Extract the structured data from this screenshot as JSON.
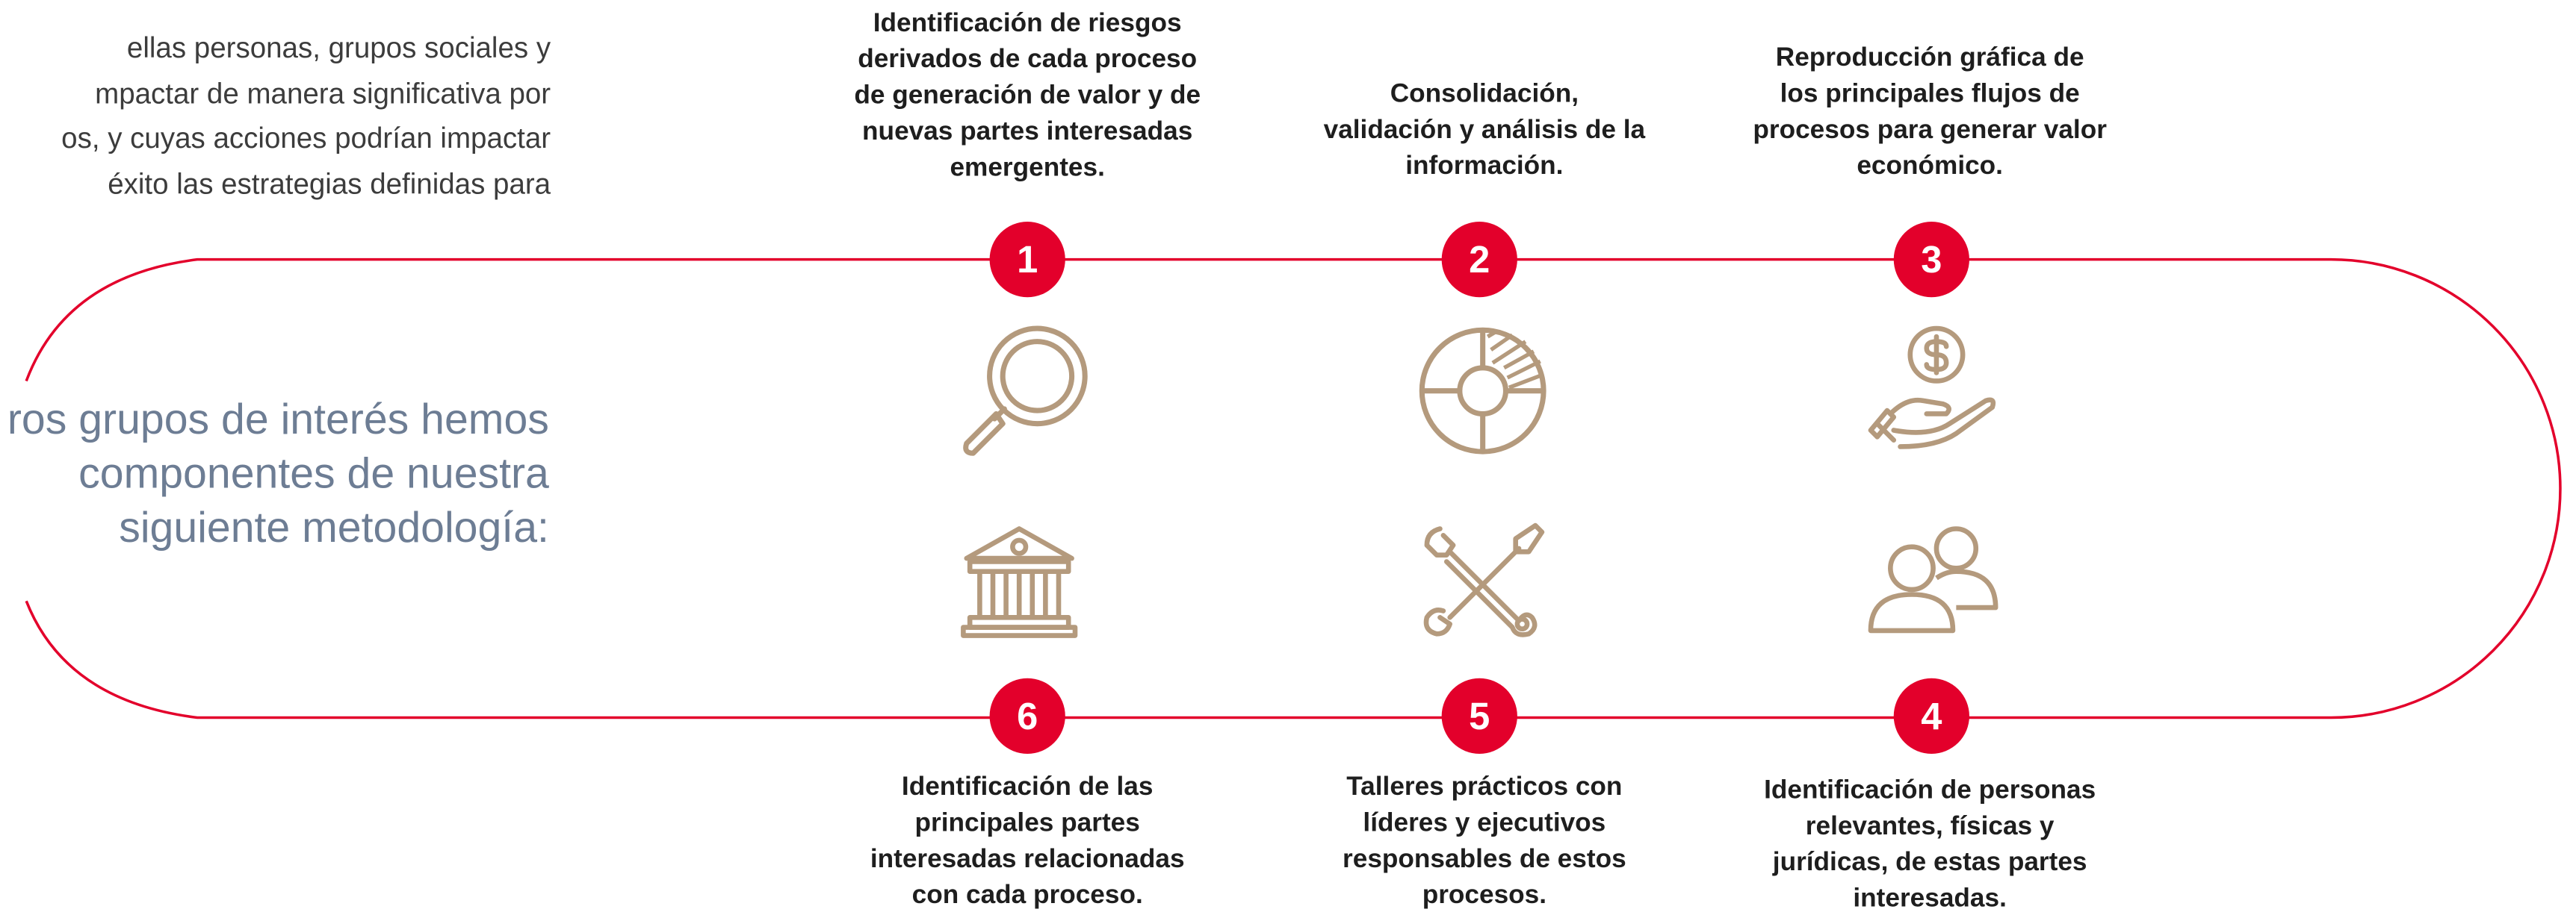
{
  "intro_lines": [
    "ellas personas, grupos sociales y",
    "mpactar de manera significativa por",
    "os, y cuyas acciones podrían impactar",
    "éxito las estrategias definidas para"
  ],
  "lead_lines": [
    "ros grupos de interés hemos",
    "componentes de nuestra",
    "siguiente metodología:"
  ],
  "colors": {
    "accent": "#e3002b",
    "icon": "#b49a7d",
    "lead_text": "#6d7d94"
  },
  "steps": {
    "s1": {
      "number": "1",
      "icon": "magnifier-icon",
      "lines": [
        "Identificación de riesgos",
        "derivados de cada proceso",
        "de generación de valor y de",
        "nuevas partes interesadas",
        "emergentes."
      ]
    },
    "s2": {
      "number": "2",
      "icon": "pie-chart-icon",
      "lines": [
        "Consolidación,",
        "validación y análisis de la",
        "información."
      ]
    },
    "s3": {
      "number": "3",
      "icon": "hand-dollar-icon",
      "lines": [
        "Reproducción gráfica de",
        "los principales flujos de",
        "procesos para generar valor",
        "económico."
      ]
    },
    "s4": {
      "number": "4",
      "icon": "people-icon",
      "lines": [
        "Identificación de personas",
        "relevantes, físicas y",
        "jurídicas, de estas partes",
        "interesadas."
      ]
    },
    "s5": {
      "number": "5",
      "icon": "tools-icon",
      "lines": [
        "Talleres prácticos con",
        "líderes y ejecutivos",
        "responsables de estos",
        "procesos."
      ]
    },
    "s6": {
      "number": "6",
      "icon": "institution-icon",
      "lines": [
        "Identificación de las",
        "principales partes",
        "interesadas relacionadas",
        "con cada proceso."
      ]
    }
  }
}
